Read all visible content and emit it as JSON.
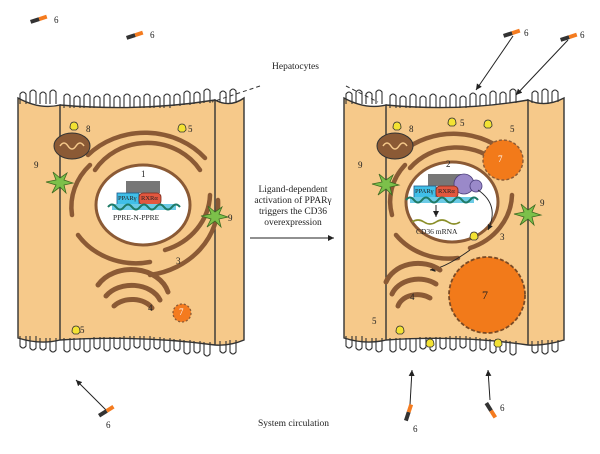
{
  "figure": {
    "title_top": "Hepatocytes",
    "title_bottom": "System circulation",
    "caption": [
      "Ligand-dependent",
      "activation of PPARγ",
      "triggers the CD36",
      "overexpression"
    ],
    "receptor_labels": {
      "ppar": "PPARγ",
      "rxr": "RXRα"
    },
    "dna_label": "PPRE-N-PPRE",
    "mrna_label": "CD36 mRNA",
    "markers": {
      "one": "1",
      "two": "2",
      "three": "3",
      "four": "4",
      "five": "5",
      "six": "6",
      "seven": "7",
      "eight": "8",
      "nine": "9"
    }
  },
  "colors": {
    "cell_fill": "#f6c98a",
    "nucleus_fill": "#ffffff",
    "organelle": "#8b5a35",
    "droplet": "#f47b1f",
    "droplet_big": "#f27a1a",
    "junction": "#7cc04a",
    "receptor_yellow": "#f3e233",
    "ppar": "#40bfe8",
    "rxr": "#e2573f",
    "ligand": "#9a89c9",
    "dna": "#1e7a66"
  }
}
